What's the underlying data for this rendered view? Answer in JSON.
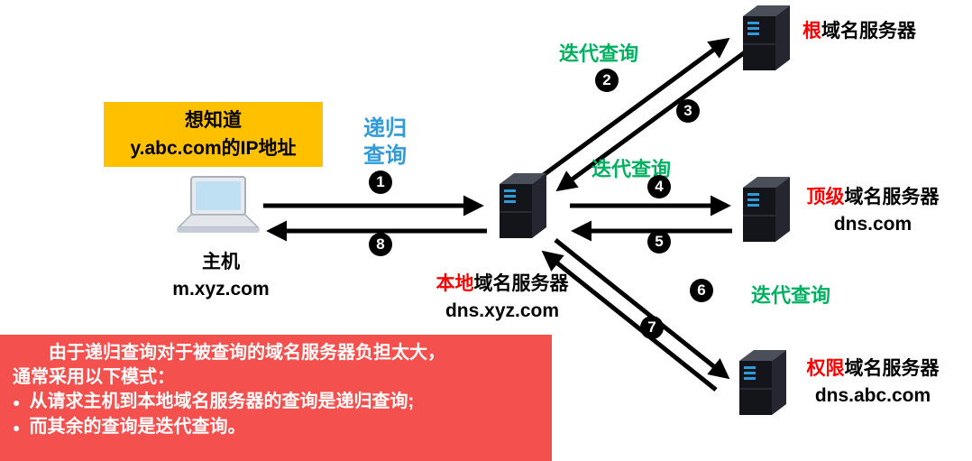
{
  "colors": {
    "question_box_bg": "#FFC000",
    "note_box_bg": "#F4504E",
    "recursive_label_blue": "#2F9BD8",
    "iterative_label_green": "#00B061",
    "server_name_highlight_red": "#FF0000",
    "arrow_black": "#000000"
  },
  "question_box": {
    "line1": "想知道",
    "line2": "y.abc.com的IP地址"
  },
  "host": {
    "title": "主机",
    "domain": "m.xyz.com"
  },
  "servers": {
    "local": {
      "highlight": "本地",
      "rest": "域名服务器",
      "domain": "dns.xyz.com"
    },
    "root": {
      "highlight": "根",
      "rest": "域名服务器"
    },
    "tld": {
      "highlight": "顶级",
      "rest": "域名服务器",
      "domain": "dns.com"
    },
    "auth": {
      "highlight": "权限",
      "rest": "域名服务器",
      "domain": "dns.abc.com"
    }
  },
  "query_labels": {
    "recursive_line1": "递归",
    "recursive_line2": "查询",
    "iterative_root": "迭代查询",
    "iterative_tld": "迭代查询",
    "iterative_auth": "迭代查询"
  },
  "steps": {
    "s1": "1",
    "s2": "2",
    "s3": "3",
    "s4": "4",
    "s5": "5",
    "s6": "6",
    "s7": "7",
    "s8": "8"
  },
  "note_box": {
    "line1": "　　由于递归查询对于被查询的域名服务器负担太大，",
    "line2": "通常采用以下模式：",
    "bullet_glyph": "●",
    "bullet1": "从请求主机到本地域名服务器的查询是递归查询;",
    "bullet2": "而其余的查询是迭代查询。"
  }
}
